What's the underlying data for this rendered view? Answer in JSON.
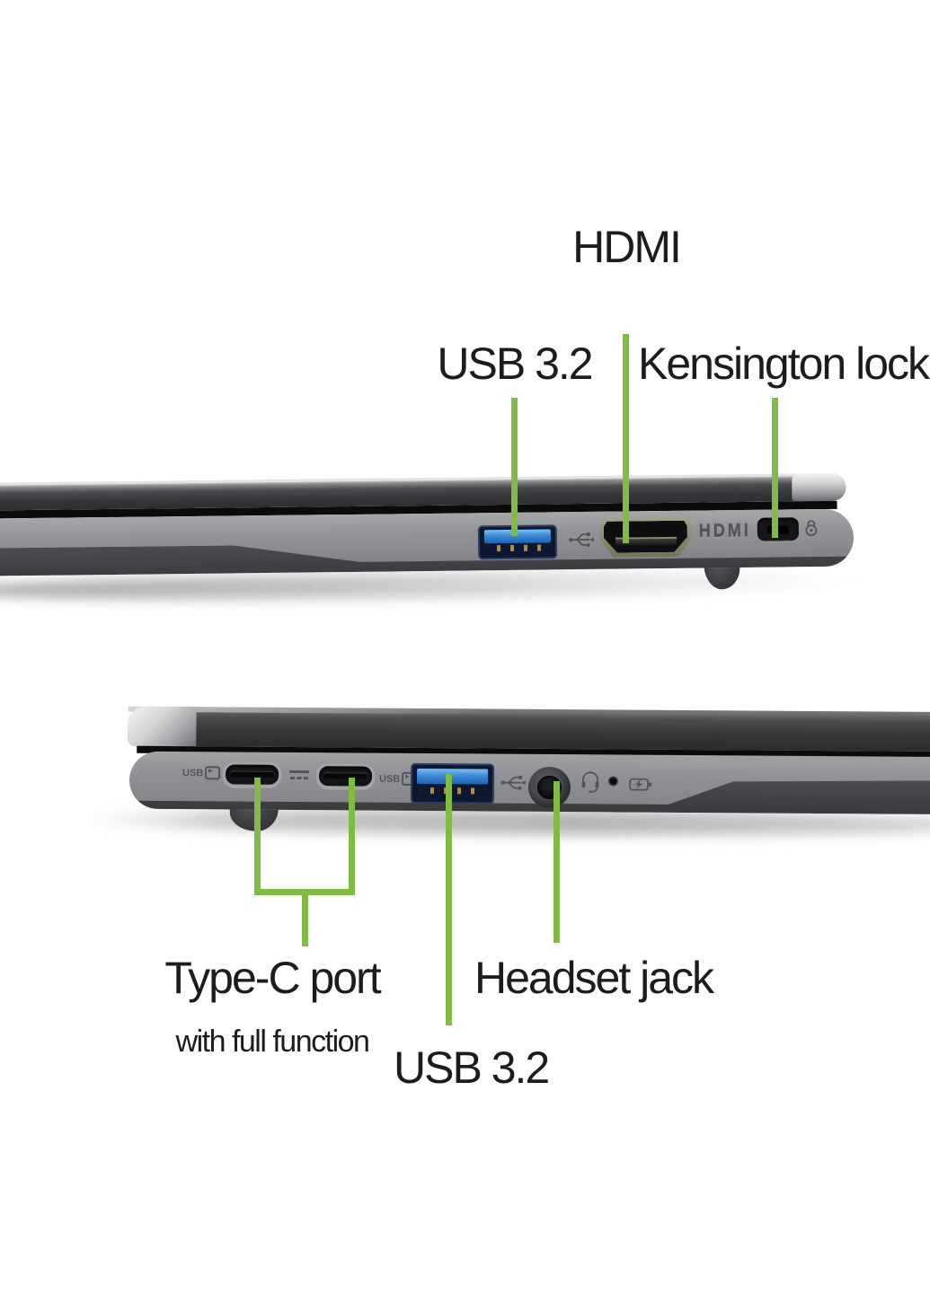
{
  "colors": {
    "accent_green": "#7ebc42",
    "label_text": "#1c1c1e",
    "usb_blue": "#2e7cc9",
    "chassis_light": "#8e8f92",
    "chassis_dark": "#37383b"
  },
  "annotations": {
    "hdmi": "HDMI",
    "usb32_top": "USB 3.2",
    "kensington": "Kensington lock",
    "type_c_title": "Type-C port",
    "type_c_subtitle": "with full function",
    "usb32_bottom": "USB 3.2",
    "headset": "Headset jack"
  },
  "chassis_marks": {
    "hdmi_logo": "HDMI",
    "usb_c1": "USB",
    "usb_c2": "USB"
  },
  "views": {
    "top": {
      "name": "right-side-view",
      "ports": [
        "USB-A 3.2",
        "HDMI",
        "Kensington lock slot"
      ]
    },
    "bottom": {
      "name": "left-side-view",
      "ports": [
        "USB-C",
        "USB-C",
        "USB-A 3.2",
        "Headset jack"
      ]
    }
  },
  "icons": {
    "usb-trident-icon": "usb trident",
    "usb-type-c-badge-icon": "USB badge",
    "dc-power-icon": "solid line over dashes",
    "usb-display-badge-icon": "USB badge",
    "headset-icon": "headphones with mic",
    "battery-charging-icon": "battery with bolt",
    "kensington-lock-icon": "padlock",
    "microphone-hole-icon": "pinhole"
  }
}
